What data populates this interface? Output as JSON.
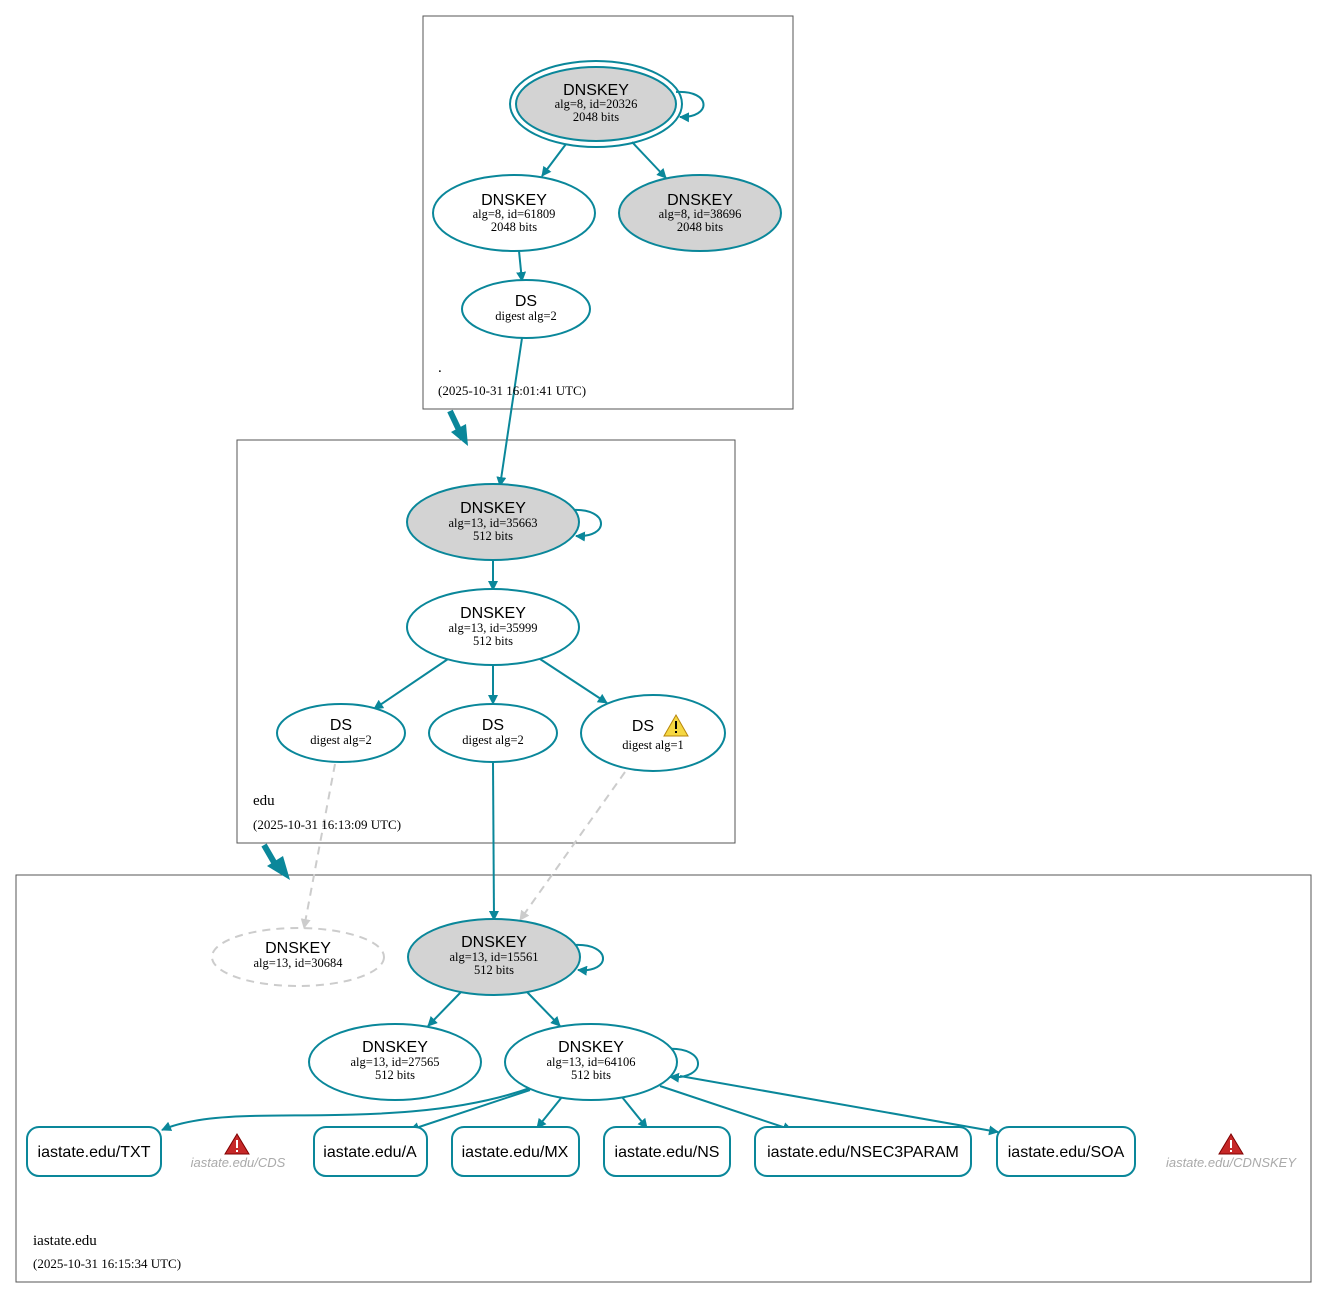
{
  "zones": {
    "root": {
      "name": ".",
      "time": "(2025-10-31 16:01:41 UTC)"
    },
    "edu": {
      "name": "edu",
      "time": "(2025-10-31 16:13:09 UTC)"
    },
    "iastate": {
      "name": "iastate.edu",
      "time": "(2025-10-31 16:15:34 UTC)"
    }
  },
  "nodes": {
    "root_ksk": {
      "title": "DNSKEY",
      "l1": "alg=8, id=20326",
      "l2": "2048 bits"
    },
    "root_zsk1": {
      "title": "DNSKEY",
      "l1": "alg=8, id=61809",
      "l2": "2048 bits"
    },
    "root_zsk2": {
      "title": "DNSKEY",
      "l1": "alg=8, id=38696",
      "l2": "2048 bits"
    },
    "root_ds": {
      "title": "DS",
      "l1": "digest alg=2"
    },
    "edu_ksk": {
      "title": "DNSKEY",
      "l1": "alg=13, id=35663",
      "l2": "512 bits"
    },
    "edu_zsk": {
      "title": "DNSKEY",
      "l1": "alg=13, id=35999",
      "l2": "512 bits"
    },
    "edu_ds1": {
      "title": "DS",
      "l1": "digest alg=2"
    },
    "edu_ds2": {
      "title": "DS",
      "l1": "digest alg=2"
    },
    "edu_ds3": {
      "title": "DS",
      "l1": "digest alg=1"
    },
    "ia_missing": {
      "title": "DNSKEY",
      "l1": "alg=13, id=30684"
    },
    "ia_ksk": {
      "title": "DNSKEY",
      "l1": "alg=13, id=15561",
      "l2": "512 bits"
    },
    "ia_zsk1": {
      "title": "DNSKEY",
      "l1": "alg=13, id=27565",
      "l2": "512 bits"
    },
    "ia_zsk2": {
      "title": "DNSKEY",
      "l1": "alg=13, id=64106",
      "l2": "512 bits"
    }
  },
  "records": {
    "txt": "iastate.edu/TXT",
    "a": "iastate.edu/A",
    "mx": "iastate.edu/MX",
    "ns": "iastate.edu/NS",
    "nsec3param": "iastate.edu/NSEC3PARAM",
    "soa": "iastate.edu/SOA"
  },
  "ghost_records": {
    "cds": "iastate.edu/CDS",
    "cdnskey": "iastate.edu/CDNSKEY"
  },
  "colors": {
    "edge": "#0a879a",
    "key_fill": "#d3d3d3",
    "warning": "#f5d742",
    "error": "#c62828",
    "dashed": "#cccccc"
  },
  "icons": {
    "warning": "warning-icon",
    "error": "error-icon"
  }
}
